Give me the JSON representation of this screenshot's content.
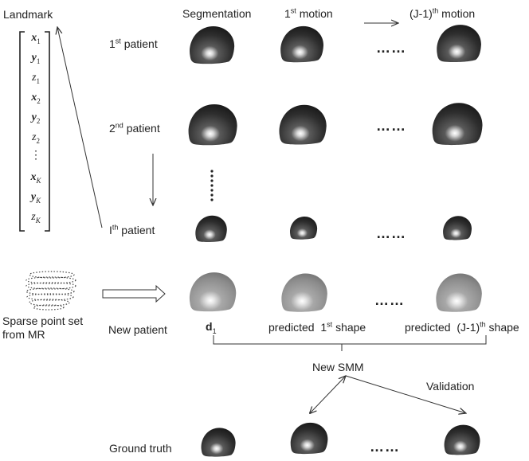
{
  "header": {
    "landmark": "Landmark",
    "segmentation": "Segmentation",
    "first_motion": "1st motion",
    "last_motion": "(J-1)th motion"
  },
  "patients": {
    "first": "1st patient",
    "second": "2nd patient",
    "ith": "Ith patient",
    "new": "New patient"
  },
  "vector": [
    "x1",
    "y1",
    "z1",
    "x2",
    "y2",
    "z2",
    "⋮",
    "xK",
    "yK",
    "zK"
  ],
  "sparse": {
    "line1": "Sparse point set",
    "line2": "from MR"
  },
  "new_patient_row": {
    "d1": "d1",
    "predicted_first": "predicted  1st shape",
    "predicted_last": "predicted  (J-1)th shape"
  },
  "new_smm": "New SMM",
  "validation": "Validation",
  "ground_truth": "Ground truth",
  "ellipsis": "……",
  "colors": {
    "dark_shape": "#3a3a3a",
    "light_shape": "#9a9a9a",
    "line": "#333333"
  }
}
